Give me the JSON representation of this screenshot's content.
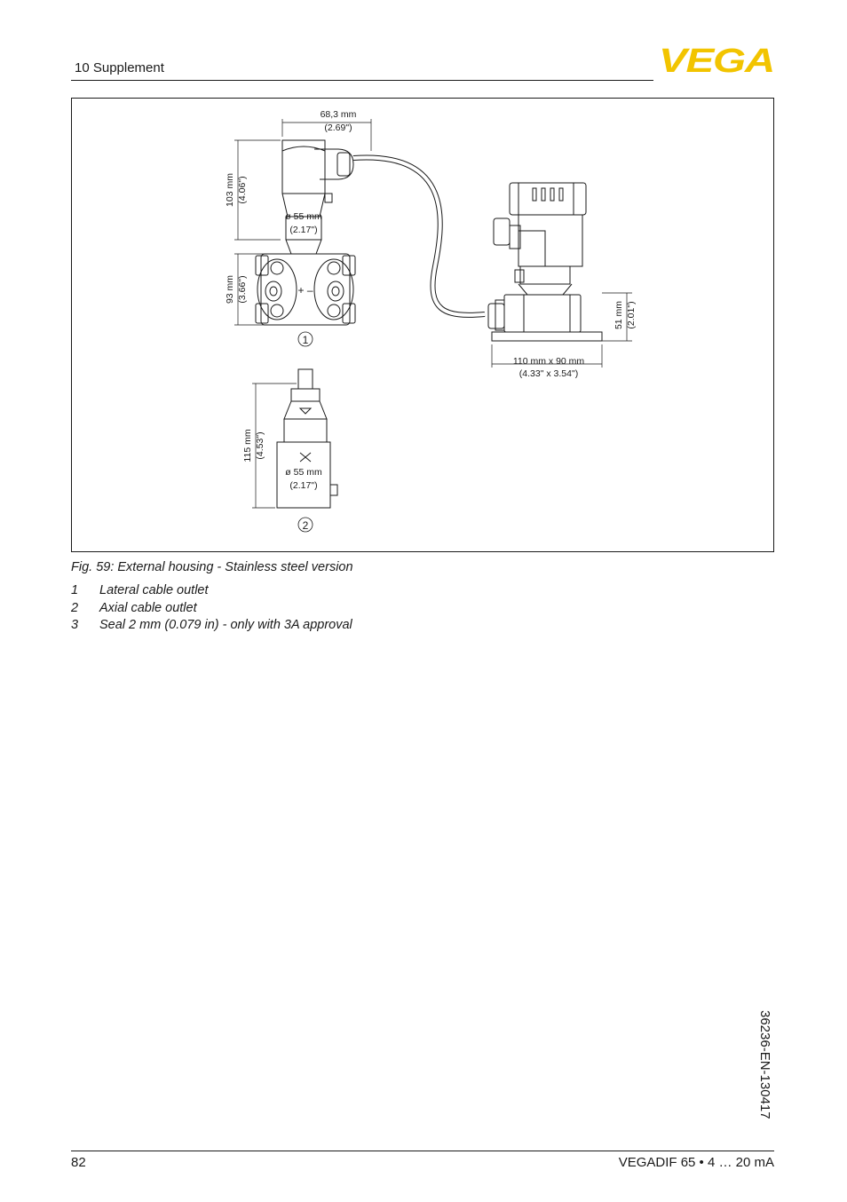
{
  "header": {
    "section_title": "10 Supplement",
    "logo_text": "VEGA",
    "brand_color": "#f2c400"
  },
  "figure": {
    "version1_label": "1",
    "version2_label": "2",
    "dimensions": {
      "width_683_mm": "68,3 mm",
      "width_683_in": "(2.69\")",
      "height_103_mm": "103 mm",
      "height_103_in": "(4.06\")",
      "dia_55_mm": "ø 55 mm",
      "dia_55_in": "(2.17\")",
      "height_93_mm": "93 mm",
      "height_93_in": "(3.66\")",
      "plus_minus": "+ –",
      "height_51_mm": "51 mm",
      "height_51_in": "(2.01\")",
      "base_mm": "110 mm x 90 mm",
      "base_in": "(4.33\" x 3.54\")",
      "height_115_mm": "115 mm",
      "height_115_in": "(4.53\")",
      "dia_55b_mm": "ø 55 mm",
      "dia_55b_in": "(2.17\")"
    }
  },
  "caption": "Fig. 59: External housing - Stainless steel version",
  "legend": [
    {
      "num": "1",
      "text": "Lateral cable outlet"
    },
    {
      "num": "2",
      "text": "Axial cable outlet"
    },
    {
      "num": "3",
      "text": "Seal 2 mm (0.079 in) - only with 3A approval"
    }
  ],
  "side_code": "36236-EN-130417",
  "footer": {
    "page_number": "82",
    "doc_title": "VEGADIF 65 • 4 … 20 mA"
  }
}
